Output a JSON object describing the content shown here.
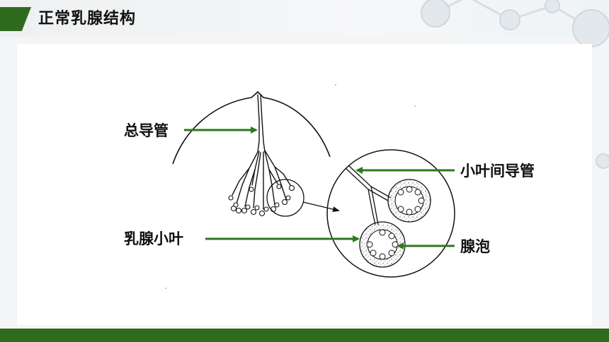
{
  "page": {
    "title": "正常乳腺结构"
  },
  "diagram": {
    "labels": {
      "main_duct": "总导管",
      "lobule": "乳腺小叶",
      "interlobular_duct": "小叶间导管",
      "acinus": "腺泡"
    }
  },
  "colors": {
    "accent_green": "#2f6b1f",
    "arrow_green": "#2b7a1b",
    "drawing_line": "#111111"
  },
  "icons": [
    "molecule-decoration-icon"
  ]
}
